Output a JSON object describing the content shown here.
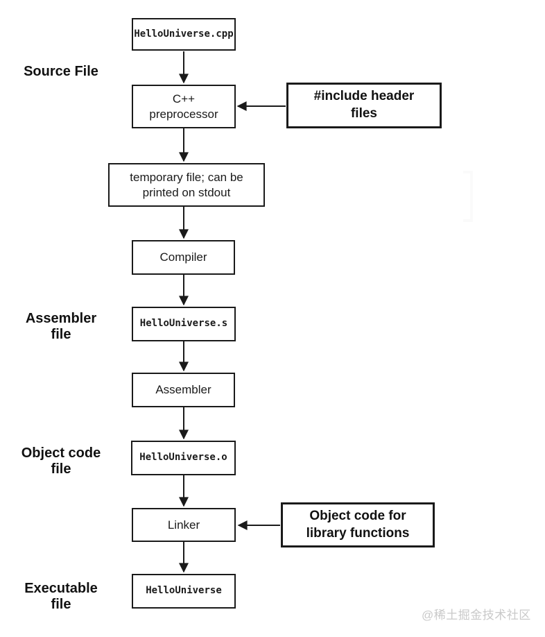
{
  "diagram": {
    "nodes": {
      "source_cpp": "HelloUniverse.cpp",
      "preprocessor": "C++\npreprocessor",
      "include_headers": "#include header\nfiles",
      "temp_file": "temporary file; can be\nprinted on stdout",
      "compiler": "Compiler",
      "assembly_s": "HelloUniverse.s",
      "assembler": "Assembler",
      "object_o": "HelloUniverse.o",
      "linker": "Linker",
      "object_code_lib": "Object code for\nlibrary functions",
      "executable": "HelloUniverse"
    },
    "stages": {
      "source": "Source File",
      "assembler": "Assembler\nfile",
      "object_code": "Object code\nfile",
      "executable": "Executable\nfile"
    },
    "edges": [
      {
        "from": "source_cpp",
        "to": "preprocessor"
      },
      {
        "from": "include_headers",
        "to": "preprocessor"
      },
      {
        "from": "preprocessor",
        "to": "temp_file"
      },
      {
        "from": "temp_file",
        "to": "compiler"
      },
      {
        "from": "compiler",
        "to": "assembly_s"
      },
      {
        "from": "assembly_s",
        "to": "assembler"
      },
      {
        "from": "assembler",
        "to": "object_o"
      },
      {
        "from": "object_o",
        "to": "linker"
      },
      {
        "from": "object_code_lib",
        "to": "linker"
      },
      {
        "from": "linker",
        "to": "executable"
      }
    ],
    "watermark": "@稀土掘金技术社区",
    "colors": {
      "line": "#1a1a1a",
      "box_border": "#1a1a1a",
      "background": "#ffffff",
      "watermark": "#c9c9c9"
    }
  }
}
